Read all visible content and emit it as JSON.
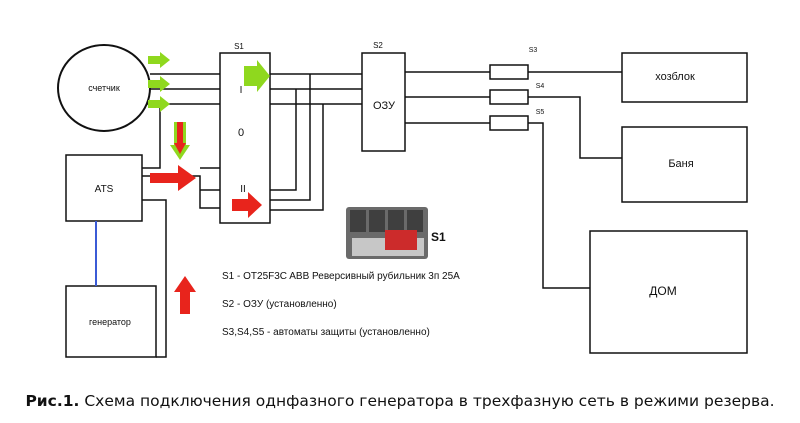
{
  "labels": {
    "meter": "счетчик",
    "ats": "ATS",
    "generator": "генератор",
    "s1": "S1",
    "s2": "S2",
    "s3": "S3",
    "s4": "S4",
    "s5": "S5",
    "pos_one": "I",
    "pos_zero": "0",
    "pos_two": "II",
    "ozu": "ОЗУ",
    "shed": "хозблок",
    "bath": "Баня",
    "house": "ДОМ",
    "photo_tag": "S1"
  },
  "legend": {
    "s1": "S1 - OT25F3C ABB Реверсивный рубильник 3п 25А",
    "s2": "S2 - ОЗУ (установленно)",
    "s345": "S3,S4,S5 - автоматы защиты (установленно)"
  },
  "caption": {
    "prefix": "Рис.1.",
    "text": " Схема подключения однфазного генератора в трехфазную сеть в режими резерва."
  },
  "colors": {
    "green_arrow": "#8fd81e",
    "red_arrow": "#e8241c",
    "blue_wire": "#3b5bd6",
    "switch_body": "#5a5a5a",
    "switch_red": "#cc2b2b"
  }
}
